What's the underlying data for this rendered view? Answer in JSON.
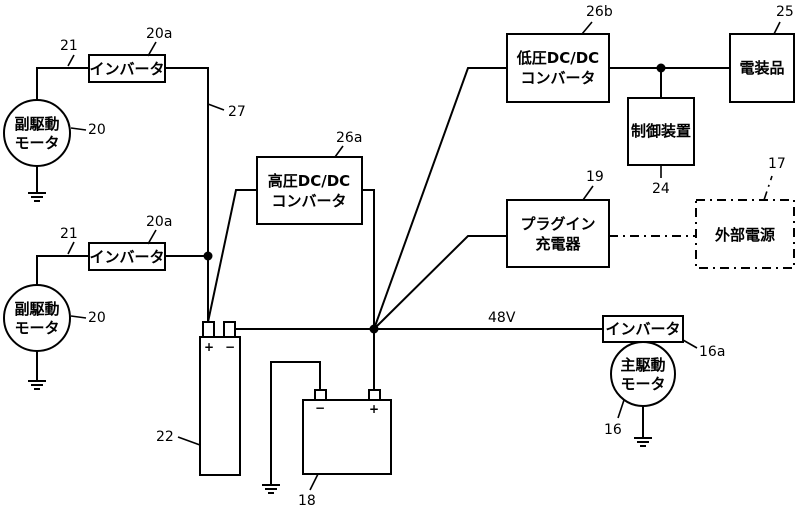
{
  "components": {
    "motor_upper": {
      "line1": "副駆動",
      "line2": "モータ",
      "ref": "20"
    },
    "motor_lower": {
      "line1": "副駆動",
      "line2": "モータ",
      "ref": "20"
    },
    "inverter_upper": {
      "label": "インバータ",
      "ref": "20a",
      "wire_ref": "21"
    },
    "inverter_lower": {
      "label": "インバータ",
      "ref": "20a",
      "wire_ref": "21"
    },
    "hv_converter": {
      "line1": "高圧DC/DC",
      "line2": "コンバータ",
      "ref": "26a"
    },
    "lv_converter": {
      "line1": "低圧DC/DC",
      "line2": "コンバータ",
      "ref": "26b"
    },
    "electrical_equipment": {
      "label": "電装品",
      "ref": "25"
    },
    "controller": {
      "label": "制御装置",
      "ref": "24"
    },
    "plugin_charger": {
      "line1": "プラグイン",
      "line2": "充電器",
      "ref": "19"
    },
    "external_power": {
      "label": "外部電源",
      "ref": "17"
    },
    "main_inverter": {
      "label": "インバータ",
      "ref": "16a"
    },
    "main_motor": {
      "line1": "主駆動",
      "line2": "モータ",
      "ref": "16"
    },
    "battery_22": {
      "ref": "22",
      "plus": "+",
      "minus": "−"
    },
    "battery_18": {
      "ref": "18",
      "plus": "+",
      "minus": "−"
    }
  },
  "wires": {
    "bus_label": "48V",
    "bus_ref": "27"
  }
}
